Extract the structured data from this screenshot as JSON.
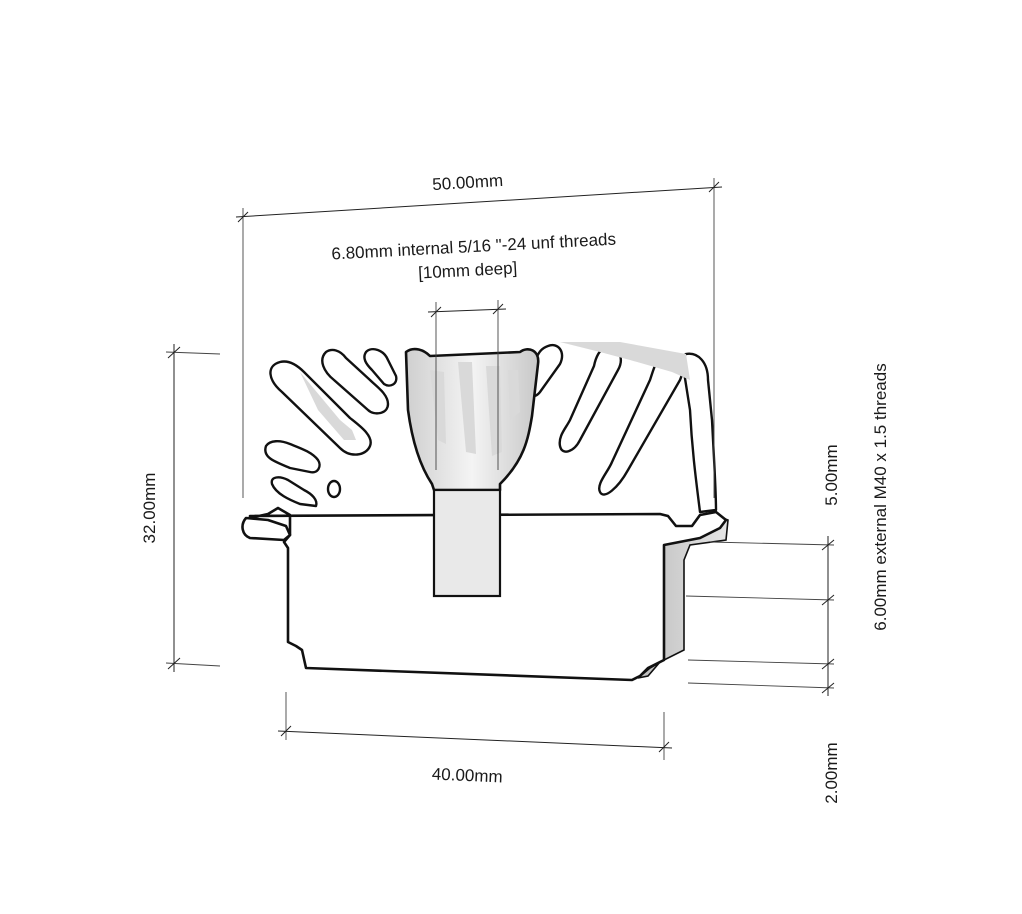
{
  "dimensions": {
    "overall_width": "50.00mm",
    "inner_thread": "6.80mm internal 5/16 \"-24 unf threads",
    "inner_thread_depth": "[10mm deep]",
    "height": "32.00mm",
    "base_width": "40.00mm",
    "flange_height": "5.00mm",
    "external_thread": "6.00mm external M40 x 1.5 threads",
    "lip_height": "2.00mm"
  },
  "colors": {
    "line": "#222222",
    "shade": "#d9d9d9",
    "background": "#ffffff"
  }
}
